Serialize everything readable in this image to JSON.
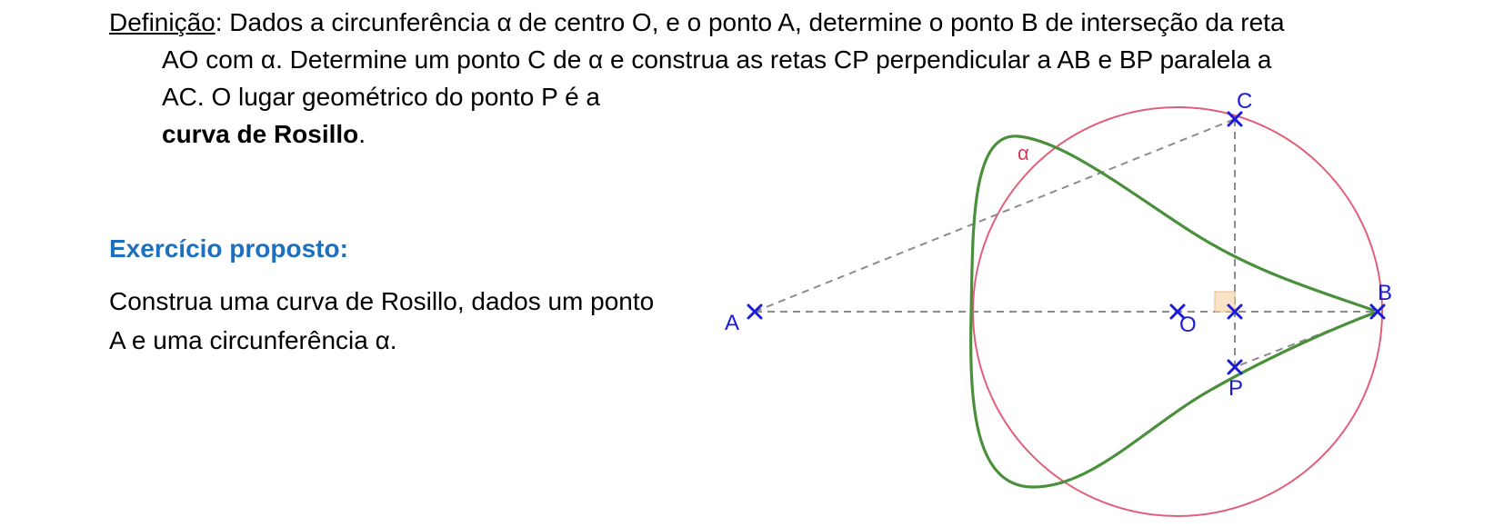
{
  "definition": {
    "term": "Definição",
    "line1": ": Dados a circunferência α de centro O, e o ponto A, determine o ponto B de interseção da reta",
    "line2": "AO com α. Determine um ponto C de α e construa as retas CP perpendicular a AB e BP paralela a",
    "line3": "AC. O lugar geométrico do ponto P é a",
    "curve_name": "curva de Rosillo",
    "end": "."
  },
  "exercise": {
    "heading": "Exercício proposto:",
    "line1": "Construa uma curva de Rosillo, dados um ponto",
    "line2": "A e uma circunferência α."
  },
  "figure": {
    "labels": {
      "A": "A",
      "B": "B",
      "C": "C",
      "O": "O",
      "P": "P",
      "alpha": "α"
    },
    "colors": {
      "circle": "#e0607a",
      "curve": "#4a8f3c",
      "points": "#1a1ad8",
      "construction": "#8c8c8c",
      "right_angle": "#f7d9b4",
      "alpha_label": "#d63a5a"
    }
  }
}
